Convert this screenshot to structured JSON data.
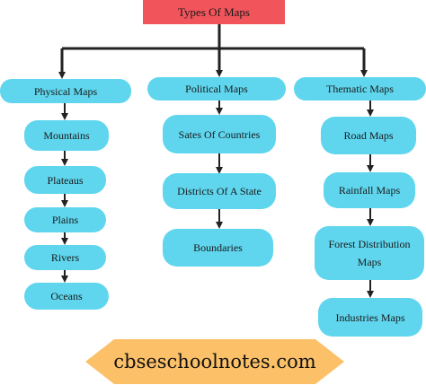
{
  "root": {
    "label": "Types Of Maps"
  },
  "categories": [
    {
      "label": "Physical Maps",
      "items": [
        "Mountains",
        "Plateaus",
        "Plains",
        "Rivers",
        "Oceans"
      ]
    },
    {
      "label": "Political Maps",
      "items": [
        "Sates Of Countries",
        "Districts Of A State",
        "Boundaries"
      ]
    },
    {
      "label": "Thematic Maps",
      "items": [
        "Road Maps",
        "Rainfall Maps",
        "Forest Distribution Maps",
        "Industries Maps"
      ]
    }
  ],
  "banner": {
    "text": "cbseschoolnotes.com"
  },
  "colors": {
    "root_fill": "#f2545b",
    "node_fill": "#5fd6ee",
    "banner_fill": "#fcc168",
    "connector": "#222222"
  }
}
